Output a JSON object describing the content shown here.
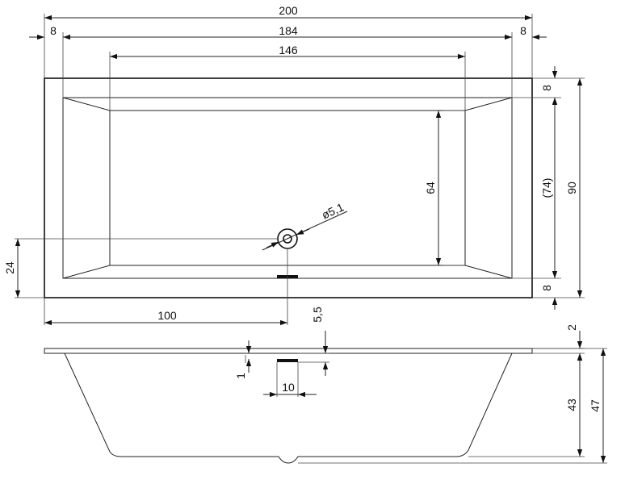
{
  "drawing": {
    "dimensions": {
      "total_length": "200",
      "rim_left": "8",
      "inner_length": "184",
      "rim_right": "8",
      "bottom_length": "146",
      "rim_top": "8",
      "inner_width_bracket": "(74)",
      "total_width": "90",
      "bottom_width": "64",
      "drain_diameter": "ø5,1",
      "rim_bottom": "8",
      "drain_offset_y": "24",
      "drain_offset_x": "100",
      "drain_depth": "5,5",
      "rim_thickness": "2",
      "overflow_drop": "1",
      "drain_width": "10",
      "inner_depth": "43",
      "total_depth": "47"
    }
  }
}
